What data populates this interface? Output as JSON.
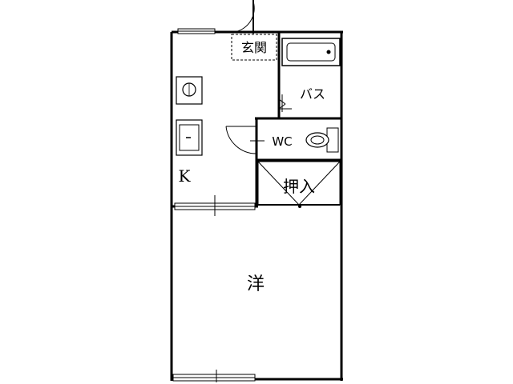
{
  "rooms": {
    "entrance": "玄関",
    "bath": "バス",
    "kitchen": "K",
    "wc": "WC",
    "closet": "押入",
    "western": "洋"
  },
  "colors": {
    "wall": "#000000",
    "thin_line": "#000000",
    "door_arc": "#000000",
    "background": "#ffffff"
  }
}
